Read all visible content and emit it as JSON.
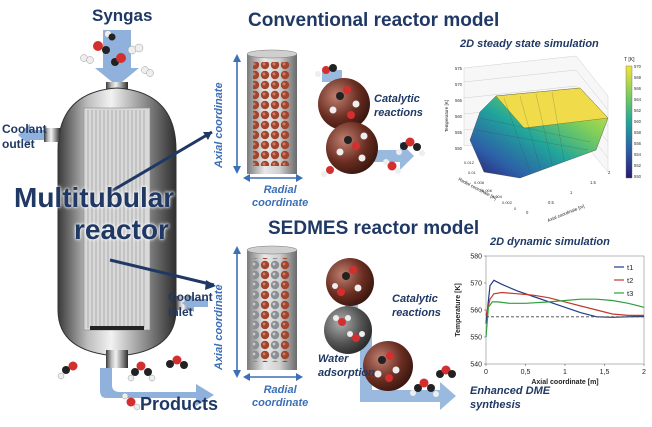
{
  "reactor": {
    "syngas_label": "Syngas",
    "coolant_outlet_label": "Coolant\noutlet",
    "main_label_line1": "Multitubular",
    "main_label_line2": "reactor",
    "coolant_inlet_label": "Coolant\ninlet",
    "products_label": "Products"
  },
  "conventional": {
    "title": "Conventional reactor model",
    "axial_label": "Axial coordinate",
    "radial_label": "Radial\ncoordinate",
    "catalytic_label": "Catalytic\nreactions",
    "sim_title": "2D steady state simulation",
    "colorbar_label": "T [K]",
    "colorbar_ticks": [
      "570",
      "568",
      "566",
      "564",
      "562",
      "560",
      "558",
      "556",
      "554",
      "552",
      "550"
    ],
    "z_axis_label": "Temperature [K]",
    "z_ticks": [
      "575",
      "570",
      "565",
      "560",
      "555",
      "550"
    ],
    "radial_axis_label": "Radial coordinate [m]",
    "radial_ticks": [
      "0.012",
      "0.01",
      "0.008",
      "0.006",
      "0.004",
      "0.002",
      "0"
    ],
    "axial_axis_label": "Axial coordinate [m]",
    "axial_ticks": [
      "0",
      "0.5",
      "1",
      "1.5",
      "2"
    ]
  },
  "sedmes": {
    "title": "SEDMES reactor model",
    "axial_label": "Axial coordinate",
    "radial_label": "Radial\ncoordinate",
    "catalytic_label": "Catalytic\nreactions",
    "water_label": "Water\nadsorption",
    "dme_label": "Enhanced DME\nsynthesis",
    "sim_title": "2D dynamic simulation"
  },
  "colors": {
    "navy": "#1f3864",
    "accent_blue": "#3b6fb6",
    "arrow_fill": "#8fb1dc"
  },
  "chart_data": {
    "type": "line",
    "title": "",
    "xlabel": "Axial coordinate [m]",
    "ylabel": "Temperature [K]",
    "xlim": [
      0,
      2
    ],
    "ylim": [
      540,
      580
    ],
    "x_ticks": [
      "0",
      "0,5",
      "1",
      "1,5",
      "2"
    ],
    "y_ticks": [
      "540",
      "550",
      "560",
      "570",
      "580"
    ],
    "legend_position": "top-right",
    "series": [
      {
        "name": "t1",
        "color": "#1f3c88",
        "x": [
          0,
          0.05,
          0.1,
          0.2,
          0.4,
          0.6,
          0.8,
          1.0,
          1.2,
          1.4,
          1.6,
          1.8,
          2.0
        ],
        "y": [
          555,
          569,
          571,
          569.5,
          567,
          565,
          563,
          561,
          559,
          557.5,
          557.3,
          557.5,
          557.6
        ]
      },
      {
        "name": "t2",
        "color": "#c0392b",
        "x": [
          0,
          0.05,
          0.1,
          0.2,
          0.4,
          0.6,
          0.8,
          1.0,
          1.2,
          1.4,
          1.6,
          1.8,
          2.0
        ],
        "y": [
          558,
          564,
          566,
          566.5,
          566,
          565.5,
          564.5,
          563,
          561.5,
          560,
          558.5,
          558,
          558
        ]
      },
      {
        "name": "t3",
        "color": "#2e9e3e",
        "x": [
          0,
          0.03,
          0.08,
          0.15,
          0.3,
          0.5,
          0.8,
          1.0,
          1.2,
          1.4,
          1.6,
          1.8,
          2.0
        ],
        "y": [
          550,
          561,
          563,
          563,
          562.5,
          562.5,
          563,
          563.5,
          564,
          564,
          563.5,
          562.5,
          561
        ]
      },
      {
        "name": "",
        "color": "#444444",
        "dashed": true,
        "x": [
          0,
          2
        ],
        "y": [
          557.5,
          557.5
        ]
      }
    ]
  }
}
